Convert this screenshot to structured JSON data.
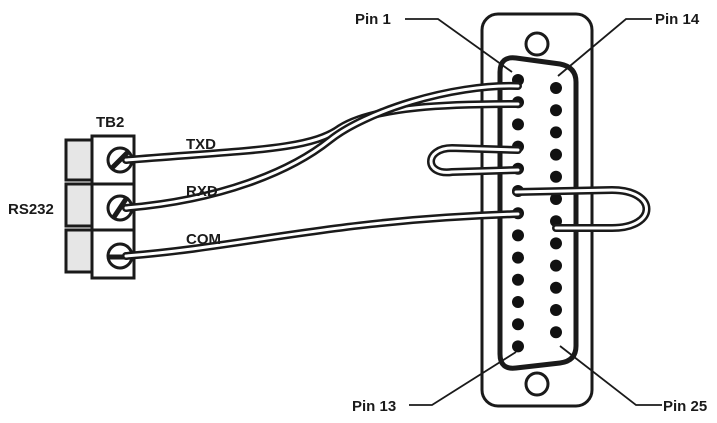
{
  "terminal_block": {
    "name": "TB2",
    "interface_label": "RS232",
    "terminals": [
      "TXD",
      "RXD",
      "COM"
    ]
  },
  "connector": {
    "type": "DB-25",
    "top_row_pins": 13,
    "bottom_row_pins": 12,
    "pin_labels": {
      "pin1": "Pin 1",
      "pin14": "Pin 14",
      "pin13": "Pin 13",
      "pin25": "Pin 25"
    }
  },
  "colors": {
    "ink": "#1a1a1a",
    "paper": "#ffffff",
    "block_fill": "#e6e6e6",
    "pin": "#111111"
  }
}
